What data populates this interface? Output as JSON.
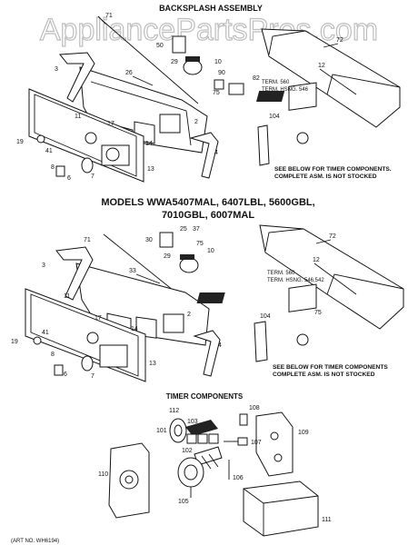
{
  "watermark": "AppliancePartsPros.com",
  "sections": {
    "backsplash_title": "BACKSPLASH ASSEMBLY",
    "models_title_line1": "MODELS WWA5407MAL, 6407LBL, 5600GBL,",
    "models_title_line2": "7010GBL, 6007MAL",
    "timer_title": "TIMER COMPONENTS",
    "art_no": "(ART NO. WH6194)"
  },
  "notes": {
    "top_term_line1": "TERM. 560",
    "top_term_line2": "TERM. HSNG. 546",
    "top_timer_line1": "SEE BELOW FOR TIMER COMPONENTS.",
    "top_timer_line2": "COMPLETE ASM. IS NOT STOCKED",
    "mid_term_line1": "TERM. 560",
    "mid_term_line2": "TERM. HSNG. 546,542",
    "mid_timer_line1": "SEE BELOW FOR TIMER COMPONENTS",
    "mid_timer_line2": "COMPLETE ASM. IS NOT STOCKED"
  },
  "labels": {
    "top": [
      "71",
      "50",
      "29",
      "10",
      "90",
      "82",
      "72",
      "12",
      "26",
      "3",
      "75",
      "2",
      "11",
      "17",
      "14",
      "104",
      "19",
      "41",
      "8",
      "6",
      "7",
      "13",
      "4"
    ],
    "mid": [
      "71",
      "25",
      "37",
      "30",
      "75",
      "10",
      "29",
      "72",
      "12",
      "3",
      "33",
      "2",
      "11",
      "17",
      "14",
      "104",
      "75",
      "19",
      "41",
      "8",
      "6",
      "7",
      "13",
      "4"
    ],
    "timer": [
      "112",
      "108",
      "101",
      "103",
      "109",
      "102",
      "107",
      "110",
      "106",
      "105",
      "111"
    ]
  }
}
